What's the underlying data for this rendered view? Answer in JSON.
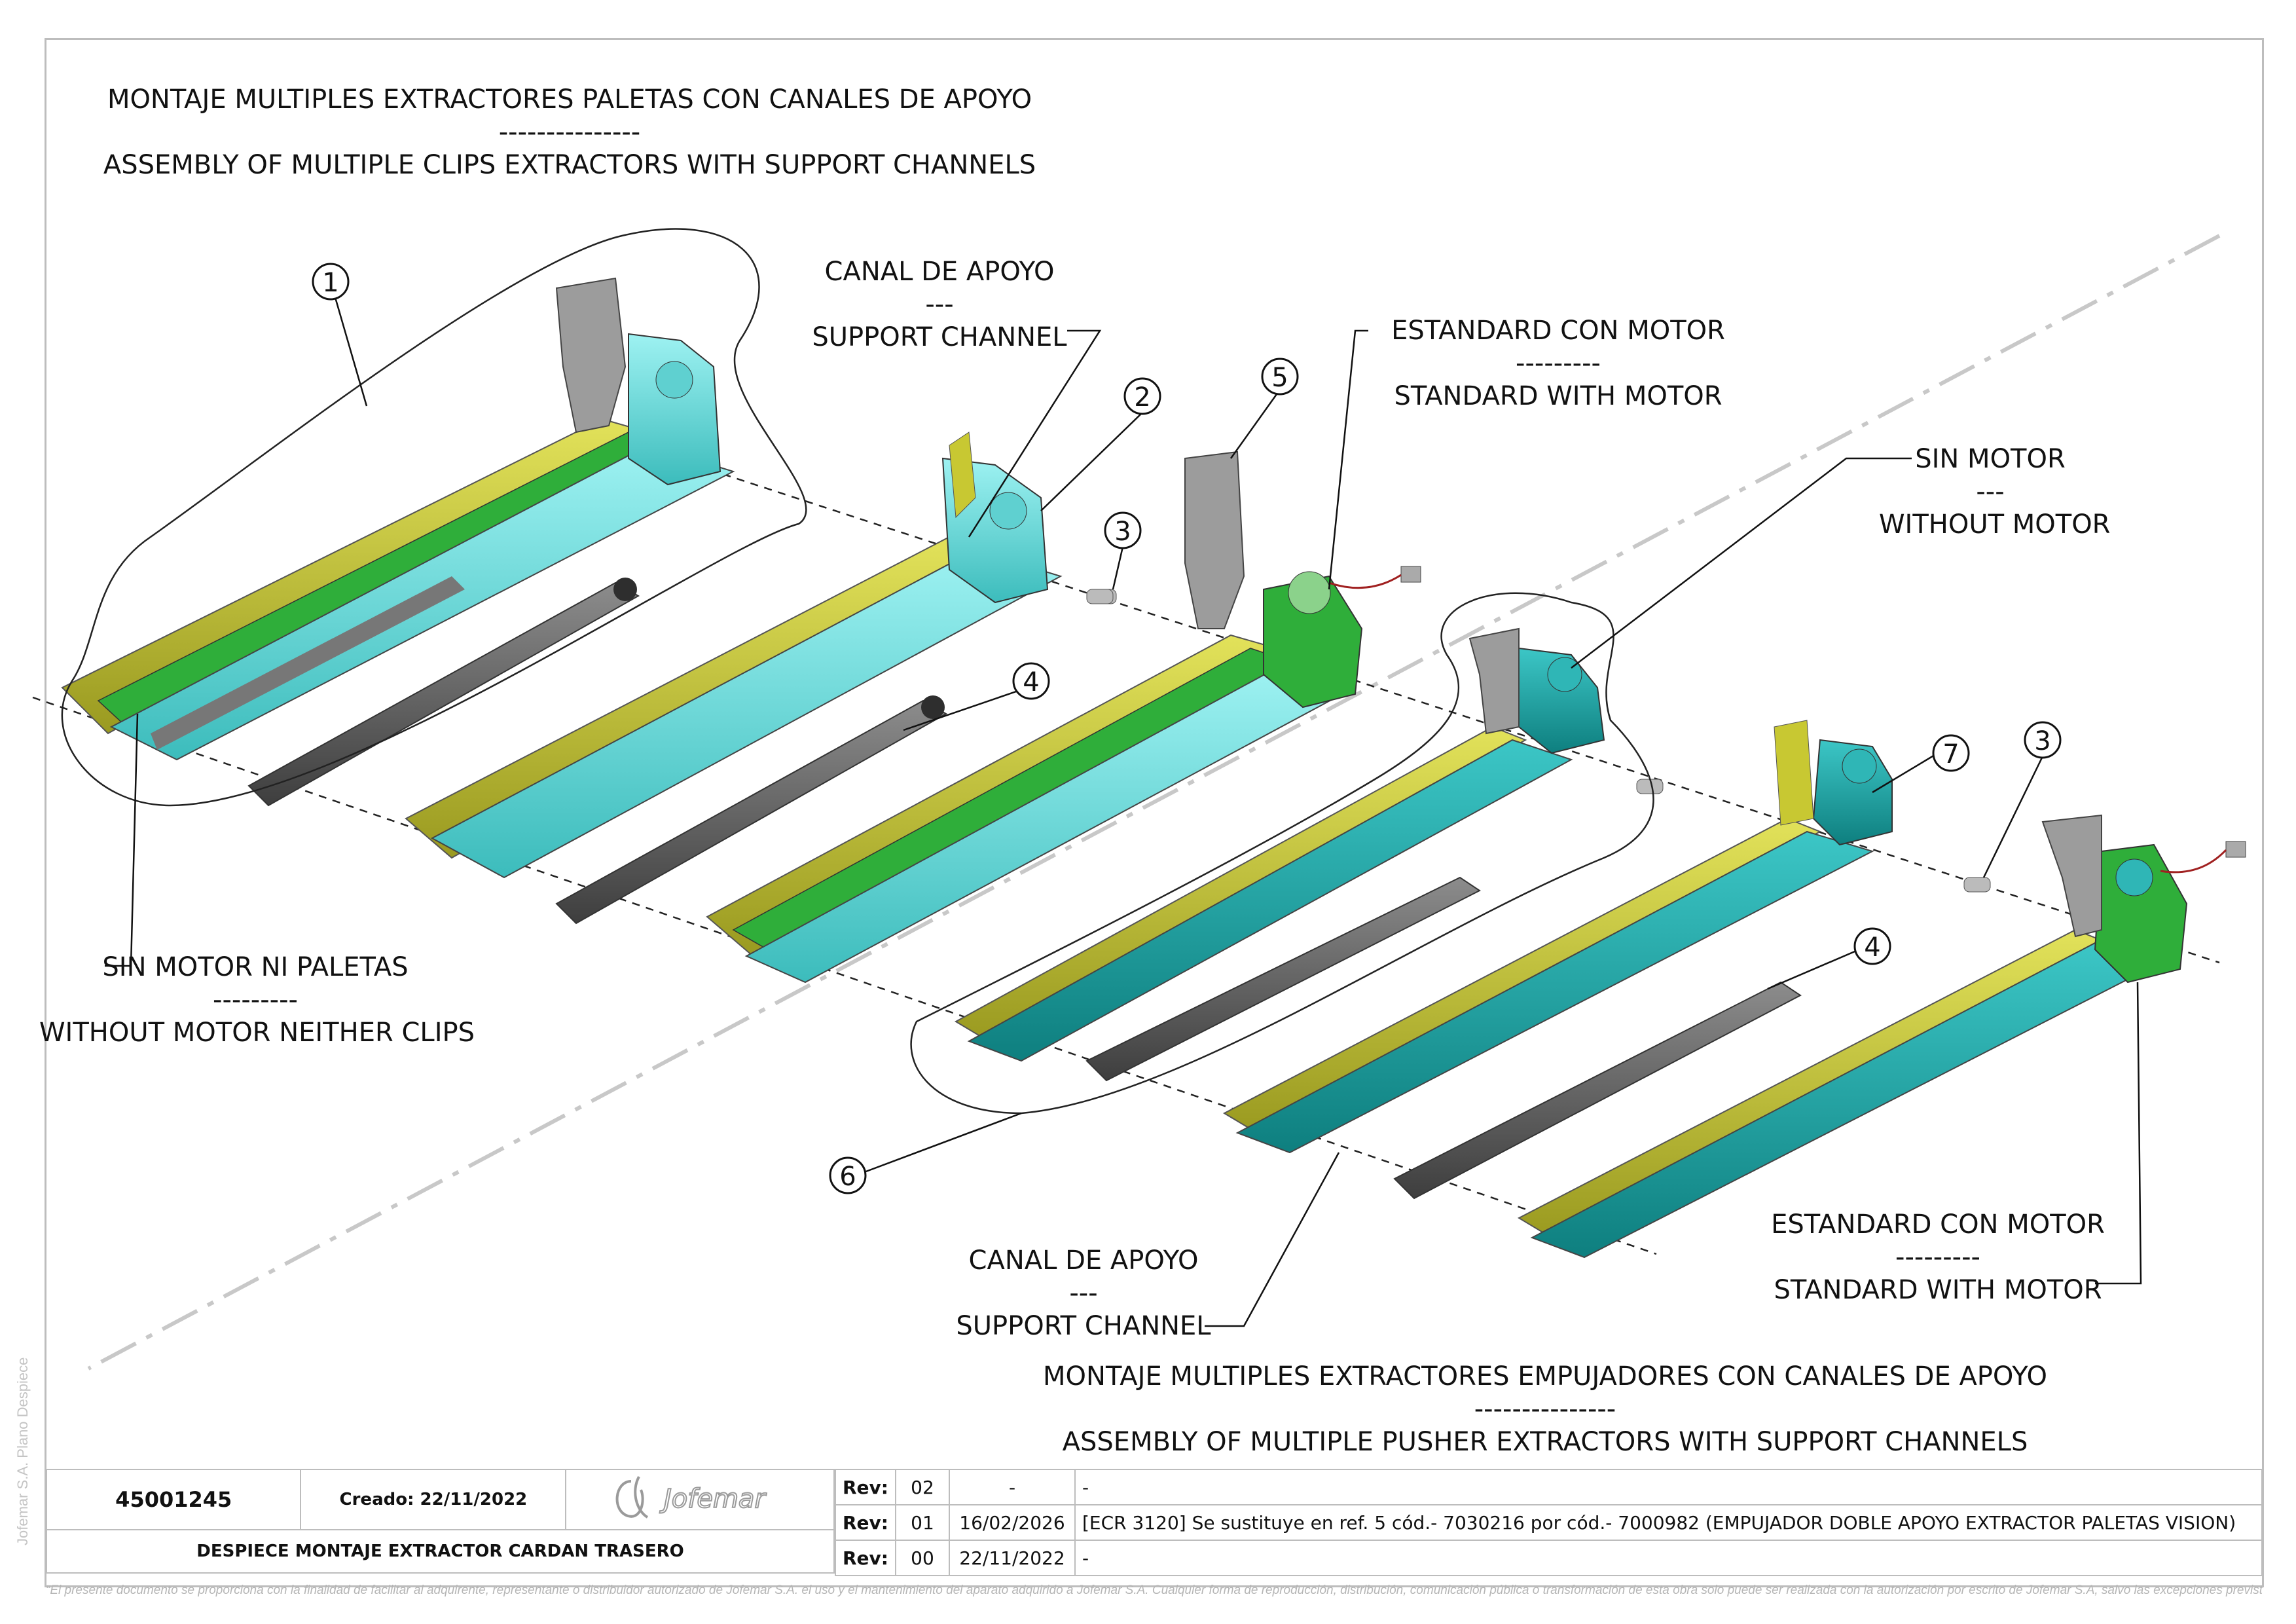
{
  "title_top": {
    "line1": "MONTAJE MULTIPLES EXTRACTORES PALETAS CON CANALES DE APOYO",
    "sep": "---------------",
    "line2": "ASSEMBLY OF MULTIPLE CLIPS EXTRACTORS WITH SUPPORT CHANNELS"
  },
  "title_bottom": {
    "line1": "MONTAJE MULTIPLES EXTRACTORES EMPUJADORES CON CANALES DE APOYO",
    "sep": "---------------",
    "line2": "ASSEMBLY OF MULTIPLE PUSHER EXTRACTORS WITH SUPPORT CHANNELS"
  },
  "labels": {
    "canal_top": {
      "es": "CANAL DE APOYO",
      "sep": "---",
      "en": "SUPPORT CHANNEL"
    },
    "std_motor_top": {
      "es": "ESTANDARD CON MOTOR",
      "sep": "---------",
      "en": "STANDARD WITH MOTOR"
    },
    "sin_motor": {
      "es": "SIN MOTOR",
      "sep": "---",
      "en": "WITHOUT MOTOR"
    },
    "sin_motor_paletas": {
      "es": "SIN MOTOR NI PALETAS",
      "sep": "---------",
      "en": "WITHOUT MOTOR NEITHER CLIPS"
    },
    "canal_bottom": {
      "es": "CANAL DE APOYO",
      "sep": "---",
      "en": "SUPPORT CHANNEL"
    },
    "std_motor_bottom": {
      "es": "ESTANDARD CON MOTOR",
      "sep": "---------",
      "en": "STANDARD WITH MOTOR"
    }
  },
  "balloons": [
    "1",
    "2",
    "3",
    "4",
    "5",
    "6",
    "7",
    "3",
    "4"
  ],
  "colors": {
    "yellow": "#c8c832",
    "cyan": "#66dede",
    "teal": "#1fa8a8",
    "green": "#2fae3a",
    "grey": "#8c8c8c",
    "dark_grey": "#505050",
    "frame": "#bdbdbd"
  },
  "side_text": "Jofemar S.A. Plano Despiece",
  "title_block": {
    "code": "45001245",
    "created": "Creado: 22/11/2022",
    "description": "DESPIECE MONTAJE EXTRACTOR CARDAN TRASERO",
    "logo_text": "Jofemar",
    "revisions": [
      {
        "label": "Rev:",
        "num": "02",
        "date": "-",
        "text": "-"
      },
      {
        "label": "Rev:",
        "num": "01",
        "date": "16/02/2026",
        "text": "[ECR 3120] Se sustituye en ref. 5 cód.- 7030216 por cód.- 7000982 (EMPUJADOR DOBLE APOYO EXTRACTOR PALETAS VISION)"
      },
      {
        "label": "Rev:",
        "num": "00",
        "date": "22/11/2022",
        "text": "-"
      }
    ]
  },
  "footer": "“El presente documento se proporciona con la finalidad de facilitar al adquirente, representante o distribuidor autorizado de Jofemar S.A. el uso y el mantenimiento del aparato adquirido a Jofemar S.A. Cualquier forma de reproducción, distribución, comunicación pública o transformación de esta obra solo puede ser realizada con la autorización por escrito de Jofemar S.A, salvo las excepciones prevista por la ley”."
}
